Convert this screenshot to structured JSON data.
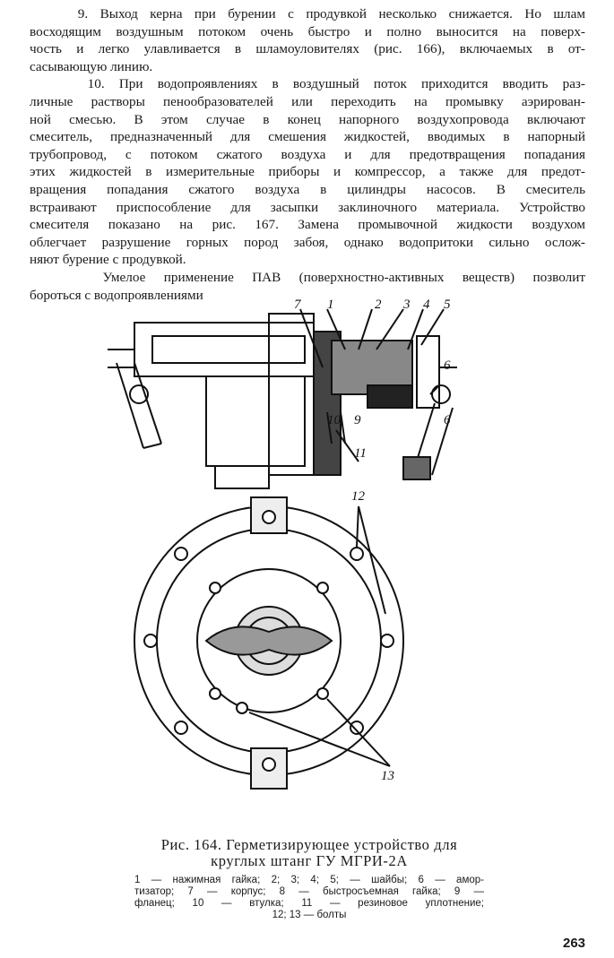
{
  "body_lines": [
    "    9. Выход керна при бурении с продувкой несколько снижается. Но шлам",
    "восходящим воздушным потоком очень быстро и полно выносится на поверх-",
    "чость и легко улавливается в шламоуловителях (рис. 166), включаемых в от-",
    "сасывающую линию.",
    "    10. При водопроявлениях в воздушный поток приходится вводить раз-",
    "личные растворы пенообразователей или переходить на промывку аэрирован-",
    "ной смесью. В этом случае в конец напорного воздухопровода включают",
    "смеситель, предназначенный для смешения жидкостей, вводимых в напорный",
    "трубопровод, с потоком сжатого воздуха и для предотвращения попадания",
    "этих жидкостей в измерительные приборы и компрессор, а также для предот-",
    "вращения попадания сжатого воздуха в цилиндры насосов. В смеситель",
    "встраивают приспособление для засыпки заклиночного материала. Устройство",
    "смесителя показано на рис. 167. Замена промывочной жидкости воздухом",
    "облегчает разрушение горных пород забоя, однако водопритоки сильно ослож-",
    "няют бурение с продувкой.",
    "    Умелое применение ПАВ (поверхностно-активных веществ) позволит",
    "бороться с водопроявлениями"
  ],
  "figure": {
    "labels": [
      "7",
      "1",
      "2",
      "3",
      "4",
      "5",
      "6",
      "10",
      "9",
      "6",
      "11",
      "12",
      "13"
    ]
  },
  "caption": {
    "title_line1": "Рис. 164. Герметизирующее устройство для",
    "title_line2": "круглых штанг ГУ МГРИ-2А",
    "legend_lines": [
      "1 — нажимная гайка; 2; 3; 4; 5; — шайбы; 6 — амор-",
      "тизатор; 7 — корпус; 8 — быстросъемная гайка; 9 —",
      "фланец; 10 — втулка; 11 — резиновое уплотнение;",
      "12; 13 — болты"
    ]
  },
  "page_number": "263"
}
